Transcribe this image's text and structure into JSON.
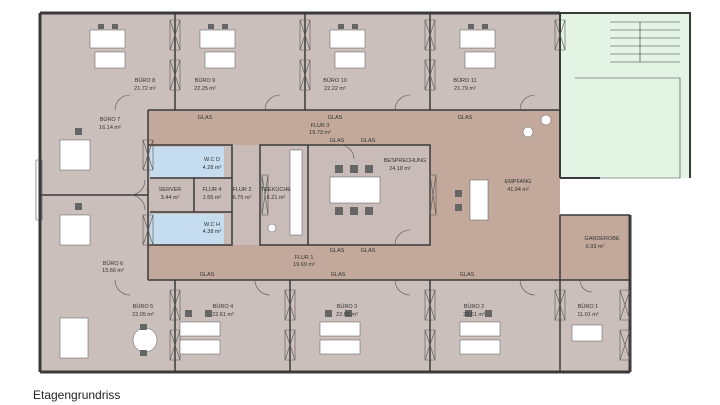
{
  "caption": "Etagengrundriss",
  "glass_label": "GLAS",
  "colors": {
    "office_floor": "#cbbfbc",
    "corridor_floor": "#c2a99b",
    "wc_floor": "#c6dcef",
    "stair_floor": "#e3f3e4",
    "wall": "#3a3a3a",
    "furniture": "#ffffff",
    "chair": "#555555"
  },
  "rooms": {
    "buero8": {
      "name": "BÜRO 8",
      "area": "21.72 m²"
    },
    "buero9": {
      "name": "BÜRO 9",
      "area": "22.25 m²"
    },
    "buero10": {
      "name": "BÜRO 10",
      "area": "22.22 m²"
    },
    "buero11": {
      "name": "BÜRO 11",
      "area": "21.79 m²"
    },
    "buero7": {
      "name": "BÜRO 7",
      "area": "16.14 m²"
    },
    "buero6": {
      "name": "BÜRO 6",
      "area": "15.66 m²"
    },
    "buero5": {
      "name": "BÜRO 5",
      "area": "22.05 m²"
    },
    "buero4": {
      "name": "BÜRO 4",
      "area": "22.61 m²"
    },
    "buero3": {
      "name": "BÜRO 3",
      "area": "22.61 m²"
    },
    "buero2": {
      "name": "BÜRO 2",
      "area": "22.61 m²"
    },
    "buero1": {
      "name": "BÜRO 1",
      "area": "11.01 m²"
    },
    "flur3": {
      "name": "FLUR 3",
      "area": "19.73 m²"
    },
    "flur1": {
      "name": "FLUR 1",
      "area": "19.69 m²"
    },
    "flur2": {
      "name": "FLUR 2",
      "area": "6.75 m²"
    },
    "flur4": {
      "name": "FLUR 4",
      "area": "1.55 m²"
    },
    "server": {
      "name": "SERVER",
      "area": "3.44 m²"
    },
    "wcd": {
      "name": "W.C D",
      "area": "4.28 m²"
    },
    "wch": {
      "name": "W.C H",
      "area": "4.38 m²"
    },
    "teekueche": {
      "name": "TEEKÜCHE",
      "area": "6.21 m²"
    },
    "besprechung": {
      "name": "BESPRECHUNG",
      "area": "24.18 m²"
    },
    "empfang": {
      "name": "EMPFANG",
      "area": "41.94 m²"
    },
    "garderobe": {
      "name": "GARDEROBE",
      "area": "6.93 m²"
    }
  }
}
